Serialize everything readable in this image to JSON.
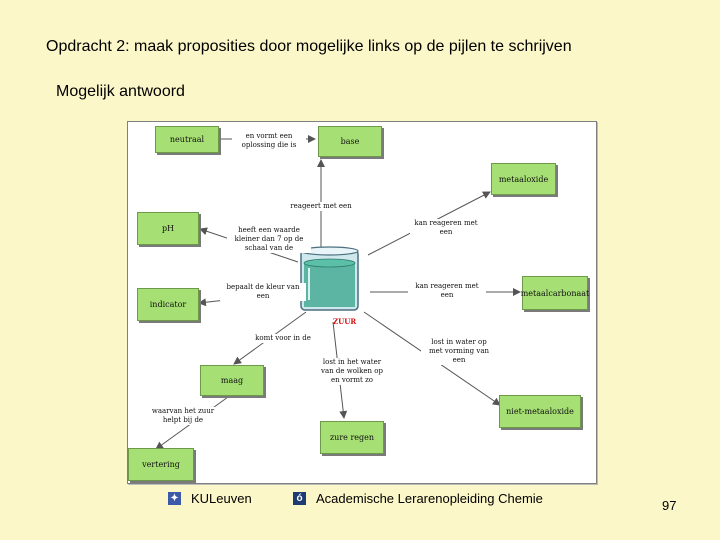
{
  "slide": {
    "title": "Opdracht 2: maak proposities door mogelijke links op de pijlen te schrijven",
    "subtitle": "Mogelijk antwoord",
    "page_number": "97"
  },
  "footer": {
    "left_label": "KULeuven",
    "left_icon": "kuleuven-logo-icon",
    "right_label": "Academische Lerarenopleiding Chemie",
    "right_icon": "alo-logo-icon",
    "logo_colors": {
      "kuleuven": "#3c5aa8",
      "alo": "#1f3b73"
    }
  },
  "concept_map": {
    "center": "ZUUR",
    "colors": {
      "node_fill": "#a6df74",
      "node_border": "#6c9a49",
      "center_label": "#d01010"
    },
    "nodes": {
      "neutraal": "neutraal",
      "base": "base",
      "metaaloxide": "metaaloxide",
      "ph": "pH",
      "indicator": "indicator",
      "metaalcarbonaat": "metaalcarbonaat",
      "maag": "maag",
      "niet_metaaloxide": "niet-metaaloxide",
      "zure_regen": "zure regen",
      "vertering": "vertering"
    },
    "links": {
      "neutraal_base": "en vormt een\noplossing die is",
      "base": "reageert met een",
      "metaaloxide": "kan reageren met\neen",
      "ph": "heeft een waarde\nkleiner dan 7 op de\nschaal van de",
      "indicator": "bepaalt de kleur van\neen",
      "metaalcarbonaat": "kan reageren met\neen",
      "maag": "komt voor in de",
      "niet_metaaloxide": "lost in water op\nmet vorming van\neen",
      "zure_regen": "lost in het water\nvan de wolken op\nen vormt zo",
      "vertering": "waarvan het zuur\nhelpt bij de"
    }
  }
}
